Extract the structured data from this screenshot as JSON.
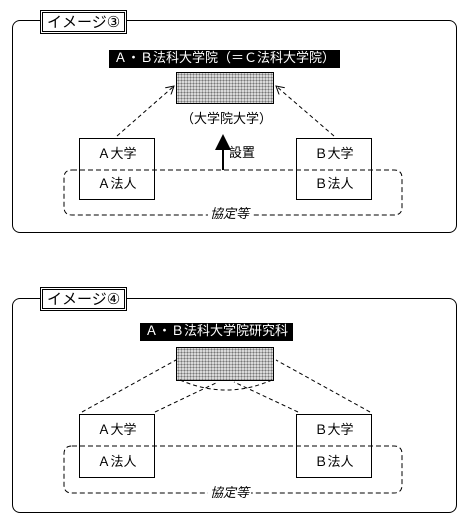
{
  "image3": {
    "tag": "イメージ③",
    "heading": "Ａ・Ｂ法科大学院（＝Ｃ法科大学院）",
    "caption": "（大学院大学）",
    "establish": "設置",
    "univ_a": {
      "line1": "Ａ大学",
      "line2": "Ａ法人"
    },
    "univ_b": {
      "line1": "Ｂ大学",
      "line2": "Ｂ法人"
    },
    "agreement": "協定等"
  },
  "image4": {
    "tag": "イメージ④",
    "heading": "Ａ・Ｂ法科大学院研究科",
    "univ_a": {
      "line1": "Ａ大学",
      "line2": "Ａ法人"
    },
    "univ_b": {
      "line1": "Ｂ大学",
      "line2": "Ｂ法人"
    },
    "agreement": "協定等"
  }
}
